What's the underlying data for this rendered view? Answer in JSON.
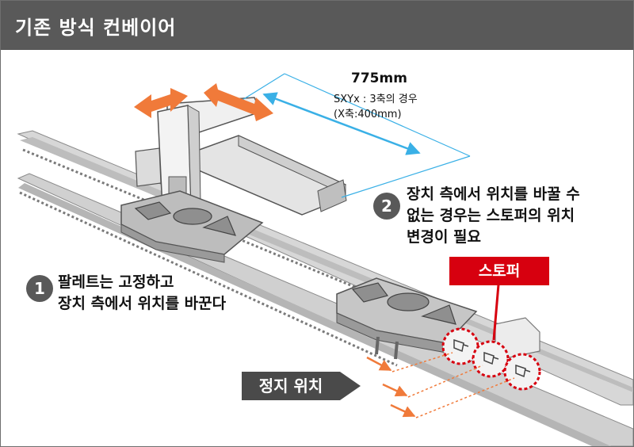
{
  "header": {
    "title": "기존 방식 컨베이어"
  },
  "dimension": {
    "value": "775mm",
    "line1": "SXYx : 3축의 경우",
    "line2": "(X축:400mm)"
  },
  "notes": [
    {
      "number": "1",
      "line1": "팔레트는 고정하고",
      "line2": "장치 측에서 위치를 바꾼다"
    },
    {
      "number": "2",
      "line1": "장치 측에서 위치를 바꿀 수",
      "line2": "없는 경우는 스토퍼의 위치",
      "line3": "변경이 필요"
    }
  ],
  "labels": {
    "stopper": "스토퍼",
    "stop_position": "정지 위치"
  },
  "colors": {
    "header": "#595959",
    "accent_red": "#d7000f",
    "arrow_orange": "#f07a3a",
    "dimension_blue": "#3ab0e6",
    "tag_dark": "#4a4a4a"
  },
  "icons": [
    "double-arrow-orange-icon",
    "dimension-arrow-icon",
    "stopper-icon",
    "pallet-icon"
  ]
}
